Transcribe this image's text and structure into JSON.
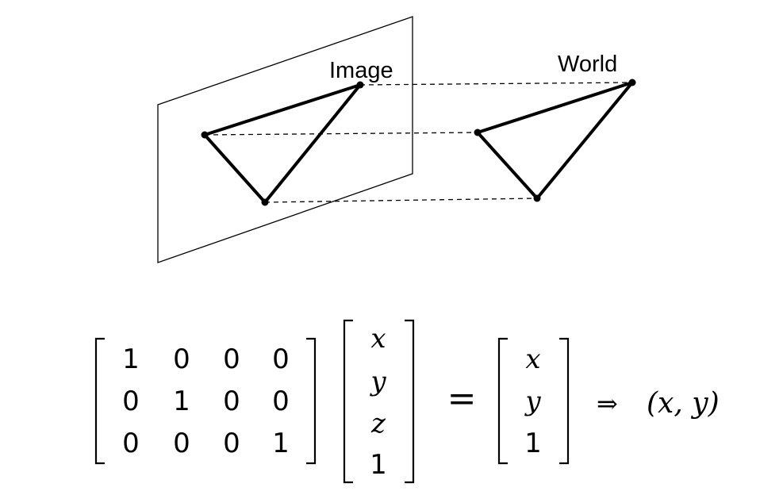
{
  "labels": {
    "image": "Image",
    "world": "World"
  },
  "matrix_rows": [
    [
      "1",
      "0",
      "0",
      "0"
    ],
    [
      "0",
      "1",
      "0",
      "0"
    ],
    [
      "0",
      "0",
      "0",
      "1"
    ]
  ],
  "input_vector": [
    "x",
    "y",
    "z",
    "1"
  ],
  "equals": "=",
  "output_vector": [
    "x",
    "y",
    "1"
  ],
  "result": {
    "arrow": "⇒",
    "text": "(x, y)"
  }
}
